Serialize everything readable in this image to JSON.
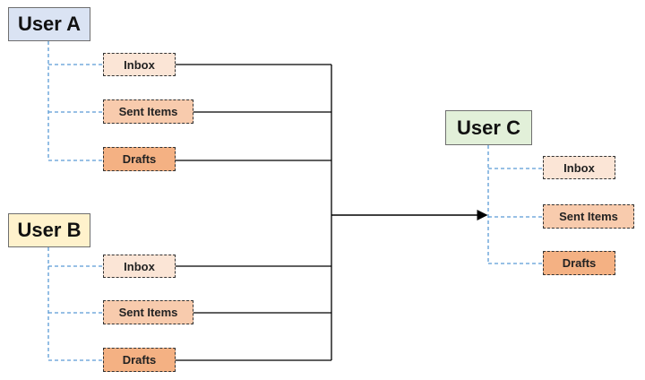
{
  "users": {
    "a": {
      "label": "User A",
      "color": "#dae3f3"
    },
    "b": {
      "label": "User B",
      "color": "#fff2cc"
    },
    "c": {
      "label": "User C",
      "color": "#e2f0d9"
    }
  },
  "folders": {
    "a": [
      "Inbox",
      "Sent Items",
      "Drafts"
    ],
    "b": [
      "Inbox",
      "Sent Items",
      "Drafts"
    ],
    "c": [
      "Inbox",
      "Sent Items",
      "Drafts"
    ]
  },
  "colors": {
    "inbox": "#fbe5d6",
    "sent_items": "#f8cbad",
    "drafts": "#f4b183",
    "dashed_connector": "#5b9bd5",
    "solid_connector": "#000000"
  }
}
